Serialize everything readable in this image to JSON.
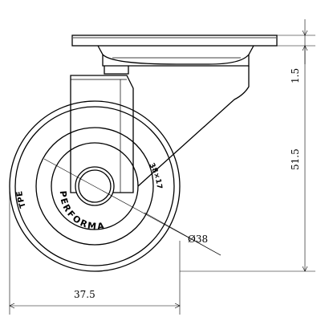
{
  "drawing": {
    "brand_text": "PERFORMA",
    "material_text": "TPE",
    "size_text": "38×17",
    "dimensions": {
      "plate_height": "1.5",
      "total_height": "51.5",
      "width": "37.5",
      "wheel_diameter": "Ø38"
    }
  }
}
